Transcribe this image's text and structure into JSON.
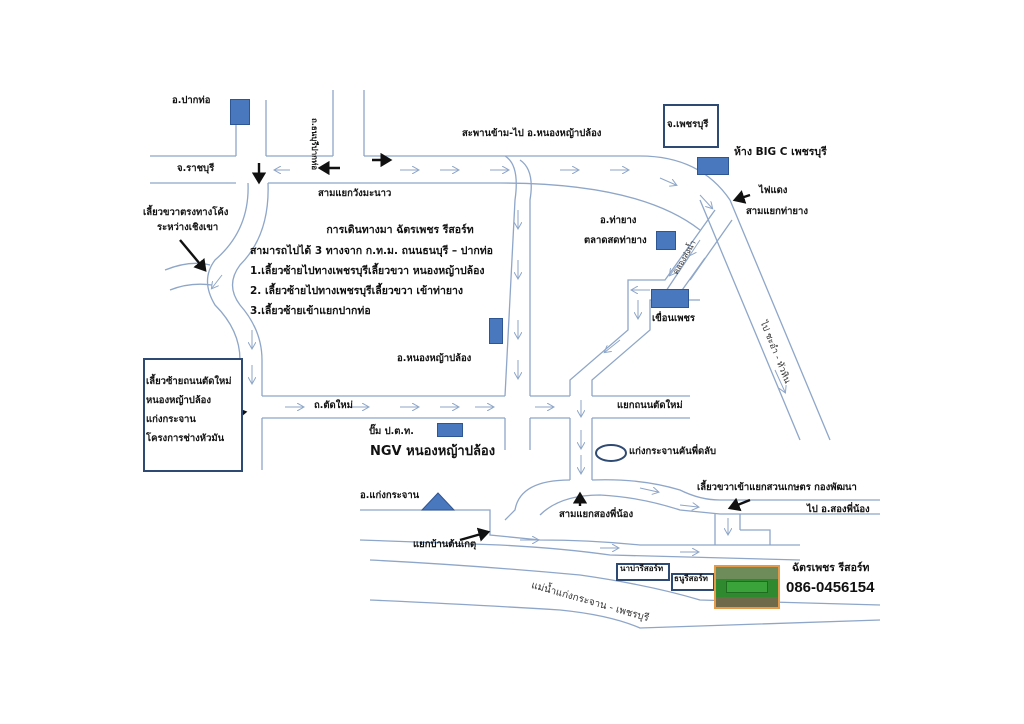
{
  "map": {
    "title": "การเดินทางมา ฉัตรเพชร รีสอร์ท",
    "instructions": {
      "intro": "สามารถไปได้ 3 ทางจาก ก.ท.ม. ถนนธนบุรี – ปากท่อ",
      "steps": [
        "1.เลี้ยวซ้ายไปทางเพชรบุรีเลี้ยวขวา หนองหญ้าปล้อง",
        "2. เลี้ยวซ้ายไปทางเพชรบุรีเลี้ยวขวา เข้าท่ายาง",
        "3.เลี้ยวซ้ายเข้าแยกปากท่อ"
      ]
    },
    "labels": {
      "pak_tho": "อ.ปากท่อ",
      "ratchaburi": "จ.ราชบุรี",
      "road_pak_tho": "ถ.ธนบุรีปากท่อ",
      "wang_manao": "สามแยกวังมะนาว",
      "bridge": "สะพานข้าม-ไป อ.หนองหญ้าปล้อง",
      "phetchaburi": "จ.เพชรบุรี",
      "big_c": "ห้าง BIG C  เพชรบุรี",
      "traffic_light": "ไฟแดง",
      "tha_yang_junction": "สามแยกท่ายาง",
      "curve_turn_1": "เลี้ยวขวาตรงทางโค้ง",
      "curve_turn_2": "ระหว่างเชิงเขา",
      "tha_yang": "อ.ท่ายาง",
      "tha_yang_market": "ตลาดสดท่ายาง",
      "canal": "คลองส่งน้ำ",
      "dam": "เขื่อนเพชร",
      "to_cha_am": "ไป ชะอำ - หัวหิน",
      "nong_ya_plong": "อ.หนองหญ้าปล้อง",
      "new_road": "ถ.ตัดใหม่",
      "new_road_junction": "แยกถนนตัดใหม่",
      "left_box": [
        "เลี้ยวซ้ายถนนตัดใหม่",
        "หนองหญ้าปล้อง",
        "แก่งกระจาน",
        "โครงการช่างหัวมัน"
      ],
      "ptt_pump": "ปั๊ม ป.ต.ท.",
      "ngv": "NGV หนองหญ้าปล้อง",
      "reservoir": "แก่งกระจานคันพี่ดลับ",
      "kaeng_krachan": "อ.แก่งกระจาน",
      "song_phi_nong_junction": "สามแยกสองพี่น้อง",
      "turn_right_agri": "เลี้ยวขวาเข้าแยกสวนเกษตร กองพัฒนา",
      "to_song_phi_nong": "ไป อ.สองพี่น้อง",
      "ban_ton_ket": "แยกบ้านต้นเกตุ",
      "river": "แม่น้ำแก่งกระจาน - เพชรบุรี",
      "naba_resort": "นาบ่ารีสอร์ท",
      "nong_resort": "ธนูรีสอร์ท",
      "resort_name": "ฉัตรเพชร รีสอร์ท",
      "phone": "086-0456154"
    },
    "colors": {
      "road": "#8ea6c8",
      "arrow": "#8ea6c8",
      "landmark": "#4a78bf",
      "box_border": "#2f4a72",
      "photo_border": "#e49a4b"
    }
  }
}
